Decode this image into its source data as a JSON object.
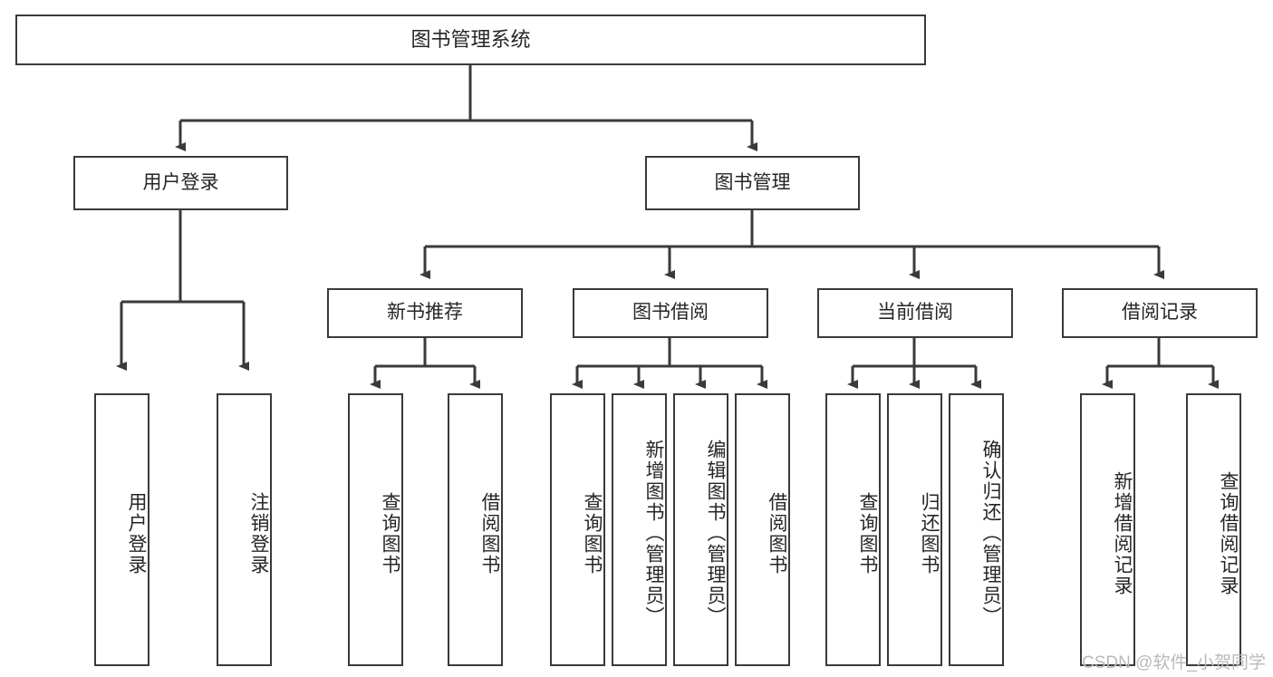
{
  "diagram": {
    "title": "图书管理系统",
    "type": "tree-hierarchy",
    "root": {
      "label": "图书管理系统"
    },
    "level2": [
      {
        "label": "用户登录"
      },
      {
        "label": "图书管理"
      }
    ],
    "level3": [
      {
        "label": "新书推荐"
      },
      {
        "label": "图书借阅"
      },
      {
        "label": "当前借阅"
      },
      {
        "label": "借阅记录"
      }
    ],
    "leaves": {
      "user_login": [
        {
          "label": "用户登录"
        },
        {
          "label": "注销登录"
        }
      ],
      "new_book_recommend": [
        {
          "label": "查询图书"
        },
        {
          "label": "借阅图书"
        }
      ],
      "book_borrow": [
        {
          "label": "查询图书"
        },
        {
          "label": "新增图书（管理员）"
        },
        {
          "label": "编辑图书（管理员）"
        },
        {
          "label": "借阅图书"
        }
      ],
      "current_borrow": [
        {
          "label": "查询图书"
        },
        {
          "label": "归还图书"
        },
        {
          "label": "确认归还（管理员）"
        }
      ],
      "borrow_record": [
        {
          "label": "新增借阅记录"
        },
        {
          "label": "查询借阅记录"
        }
      ]
    }
  },
  "watermark": {
    "text": "CSDN @软件_小贺同学"
  },
  "colors": {
    "stroke": "#3a3a3a",
    "box_fill": "#ffffff",
    "text": "#262626",
    "background": "#ffffff",
    "watermark": "#b9b9b9"
  }
}
